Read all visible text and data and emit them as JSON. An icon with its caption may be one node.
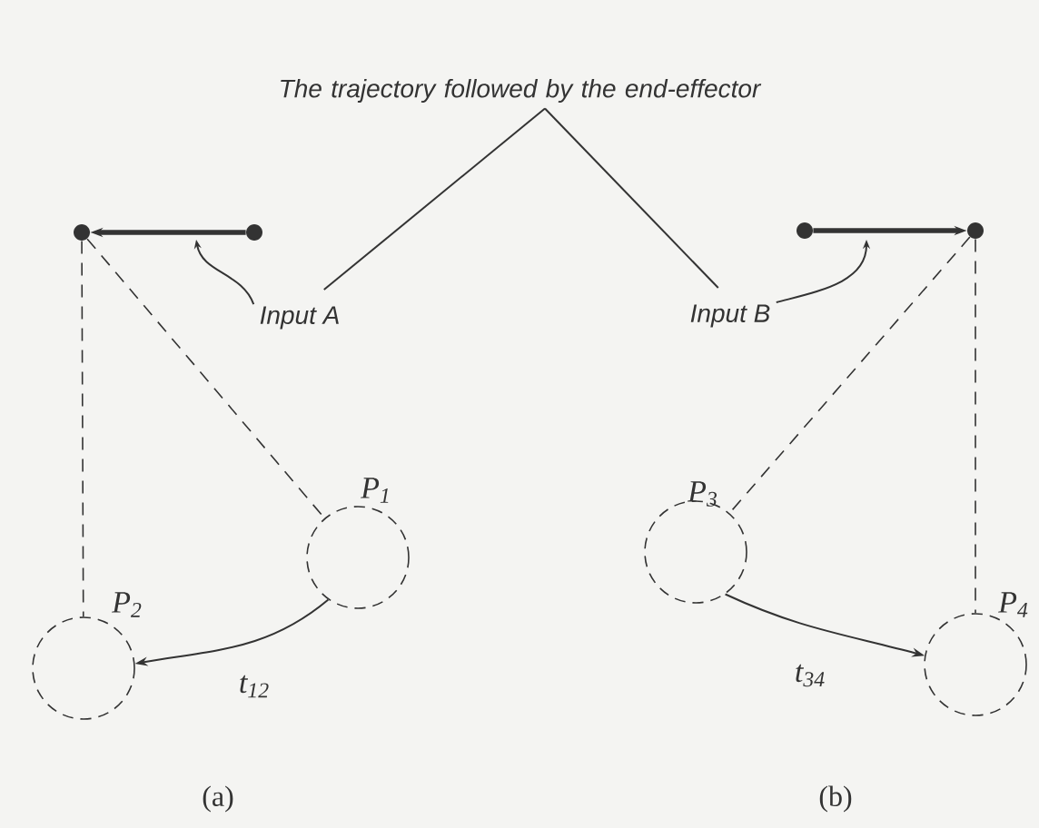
{
  "diagram": {
    "nodes": [
      {
        "text": [
          "The trajectory followed by the end-effector"
        ]
      },
      {
        "text": [],
        "shape": "circle"
      },
      {
        "text": [],
        "shape": "circle"
      },
      {
        "text": [
          "Input A"
        ]
      },
      {
        "text": [],
        "shape": "circle",
        "beside": [
          "P$_{1}$"
        ]
      },
      {
        "text": [],
        "shape": "circle",
        "beside": [
          "P$_{2}$"
        ]
      },
      {
        "text": [],
        "shape": "circle"
      },
      {
        "text": [],
        "shape": "circle"
      },
      {
        "text": [
          "Input B"
        ]
      },
      {
        "text": [],
        "shape": "circle",
        "beside": [
          "P$_{3}$"
        ]
      },
      {
        "text": [],
        "shape": "circle",
        "beside": [
          "P$_{4}$"
        ]
      }
    ],
    "edges": [
      {
        "from": 0,
        "to": 3,
        "arrow": "none"
      },
      {
        "from": 0,
        "to": 8,
        "arrow": "none"
      },
      {
        "from": 2,
        "to": 1,
        "arrow": "to",
        "style": "thick"
      },
      {
        "from": 3,
        "to": null,
        "arrow": "to"
      },
      {
        "from": 1,
        "to": 4,
        "arrow": "none",
        "style": "dashed"
      },
      {
        "from": 1,
        "to": 5,
        "arrow": "none",
        "style": "dashed"
      },
      {
        "from": 4,
        "to": 5,
        "arrow": "to",
        "label": "t$_{12}$"
      },
      {
        "from": 6,
        "to": 7,
        "arrow": "to",
        "style": "thick"
      },
      {
        "from": 8,
        "to": null,
        "arrow": "to"
      },
      {
        "from": 7,
        "to": 9,
        "arrow": "none",
        "style": "dashed"
      },
      {
        "from": 7,
        "to": 10,
        "arrow": "none",
        "style": "dashed"
      },
      {
        "from": 9,
        "to": 10,
        "arrow": "to",
        "label": "t$_{34}$"
      }
    ],
    "labels": [
      "(a)",
      "(b)"
    ]
  }
}
